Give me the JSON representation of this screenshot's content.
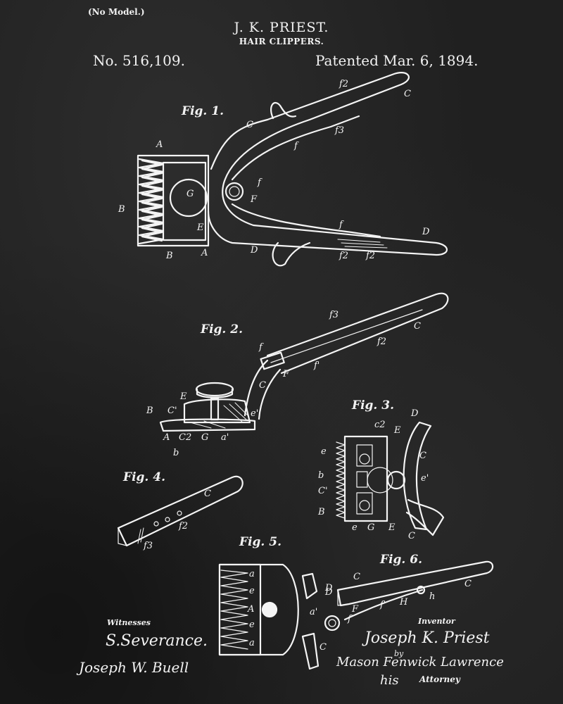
{
  "header": {
    "model_note": "(No Model.)",
    "inventor": "J. K. PRIEST.",
    "title": "HAIR CLIPPERS.",
    "patent_number": "No. 516,109.",
    "patent_date": "Patented Mar. 6, 1894."
  },
  "figures": [
    {
      "label": "Fig. 1.",
      "refs": [
        "A",
        "A",
        "B",
        "B",
        "C",
        "C",
        "D",
        "D",
        "E",
        "F",
        "G",
        "f",
        "f",
        "f",
        "f2",
        "f2",
        "f2",
        "f3"
      ]
    },
    {
      "label": "Fig. 2.",
      "refs": [
        "f3",
        "f",
        "f2",
        "C",
        "F",
        "f'",
        "E",
        "B",
        "C'",
        "C",
        "e'",
        "A",
        "C2",
        "G",
        "a'",
        "b"
      ]
    },
    {
      "label": "Fig. 3.",
      "refs": [
        "D",
        "c2",
        "E",
        "e",
        "C",
        "e'",
        "b",
        "C'",
        "B",
        "e",
        "G",
        "E",
        "C"
      ]
    },
    {
      "label": "Fig. 4.",
      "refs": [
        "C",
        "f3",
        "f2"
      ]
    },
    {
      "label": "Fig. 5.",
      "refs": [
        "a",
        "e",
        "A",
        "e",
        "a",
        "D",
        "a'",
        "C"
      ]
    },
    {
      "label": "Fig. 6.",
      "refs": [
        "C",
        "C",
        "D",
        "F",
        "f",
        "f'",
        "H",
        "h"
      ]
    }
  ],
  "signatures": {
    "witnesses_label": "Witnesses",
    "witness_1": "S.Severance.",
    "witness_2": "Joseph W. Buell",
    "inventor_label": "Inventor",
    "inventor_signature": "Joseph K. Priest",
    "by": "by",
    "attorney_signature": "Mason Fenwick Lawrence",
    "his": "his",
    "attorney_label": "Attorney"
  }
}
